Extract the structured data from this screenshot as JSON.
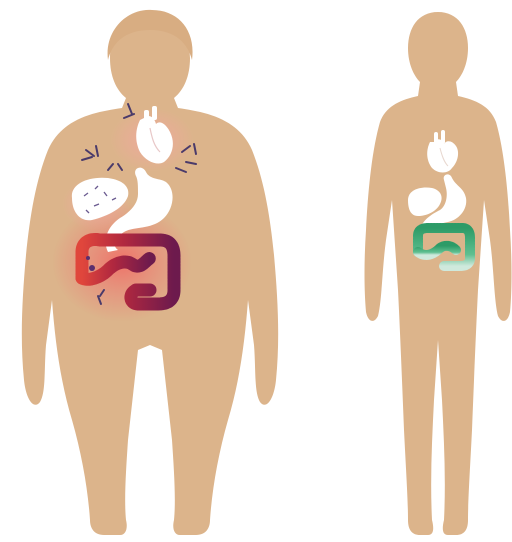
{
  "figures": [
    {
      "id": "obese-figure",
      "state": "inflamed",
      "organs": [
        "heart",
        "liver",
        "stomach",
        "intestines"
      ],
      "inflammation_marks": true
    },
    {
      "id": "lean-figure",
      "state": "healthy",
      "organs": [
        "heart",
        "liver",
        "stomach",
        "intestines"
      ],
      "inflammation_marks": false
    }
  ],
  "colors": {
    "skin": "#dcb48b",
    "organ": "#ffffff",
    "inflammation_glow": "#f05a5a",
    "intestine_inflamed_start": "#d4453a",
    "intestine_inflamed_end": "#7b1e52",
    "intestine_healthy": "#2f9e6a",
    "marks": "#4a3a6a"
  },
  "icons": [
    "heart-icon",
    "liver-icon",
    "stomach-icon",
    "intestines-icon",
    "inflammation-mark-icon"
  ]
}
